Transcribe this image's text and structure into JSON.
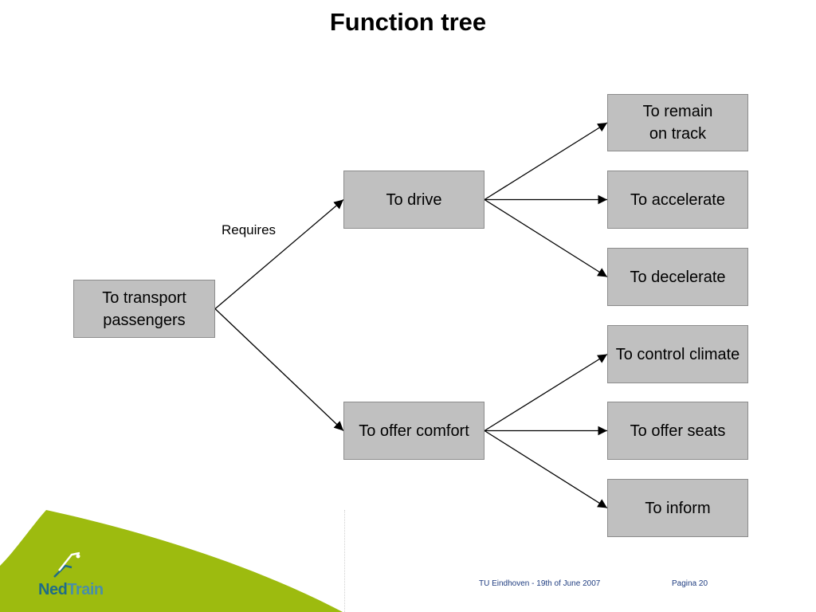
{
  "title": "Function tree",
  "diagram": {
    "nodes": [
      {
        "id": "transport",
        "lines": [
          "To transport",
          "passengers"
        ]
      },
      {
        "id": "drive",
        "lines": [
          "To drive"
        ]
      },
      {
        "id": "comfort",
        "lines": [
          "To offer comfort"
        ]
      },
      {
        "id": "remain",
        "lines": [
          "To remain",
          "on track"
        ]
      },
      {
        "id": "accelerate",
        "lines": [
          "To accelerate"
        ]
      },
      {
        "id": "decelerate",
        "lines": [
          "To decelerate"
        ]
      },
      {
        "id": "climate",
        "lines": [
          "To control climate"
        ]
      },
      {
        "id": "seats",
        "lines": [
          "To offer seats"
        ]
      },
      {
        "id": "inform",
        "lines": [
          "To inform"
        ]
      }
    ],
    "edges": [
      {
        "from": "transport",
        "to": "drive"
      },
      {
        "from": "transport",
        "to": "comfort"
      },
      {
        "from": "drive",
        "to": "remain"
      },
      {
        "from": "drive",
        "to": "accelerate"
      },
      {
        "from": "drive",
        "to": "decelerate"
      },
      {
        "from": "comfort",
        "to": "climate"
      },
      {
        "from": "comfort",
        "to": "seats"
      },
      {
        "from": "comfort",
        "to": "inform"
      }
    ],
    "edge_label": "Requires"
  },
  "footer": {
    "event": "TU Eindhoven - 19th of June 2007",
    "page": "Pagina 20"
  },
  "logo": {
    "part1": "Ned",
    "part2": "Train"
  },
  "colors": {
    "node_fill": "#c0c0c0",
    "node_border": "#8c8c8c",
    "swoosh": "#9dbb0f",
    "logo_primary": "#1f6c87",
    "footer_text": "#1f3d80"
  }
}
